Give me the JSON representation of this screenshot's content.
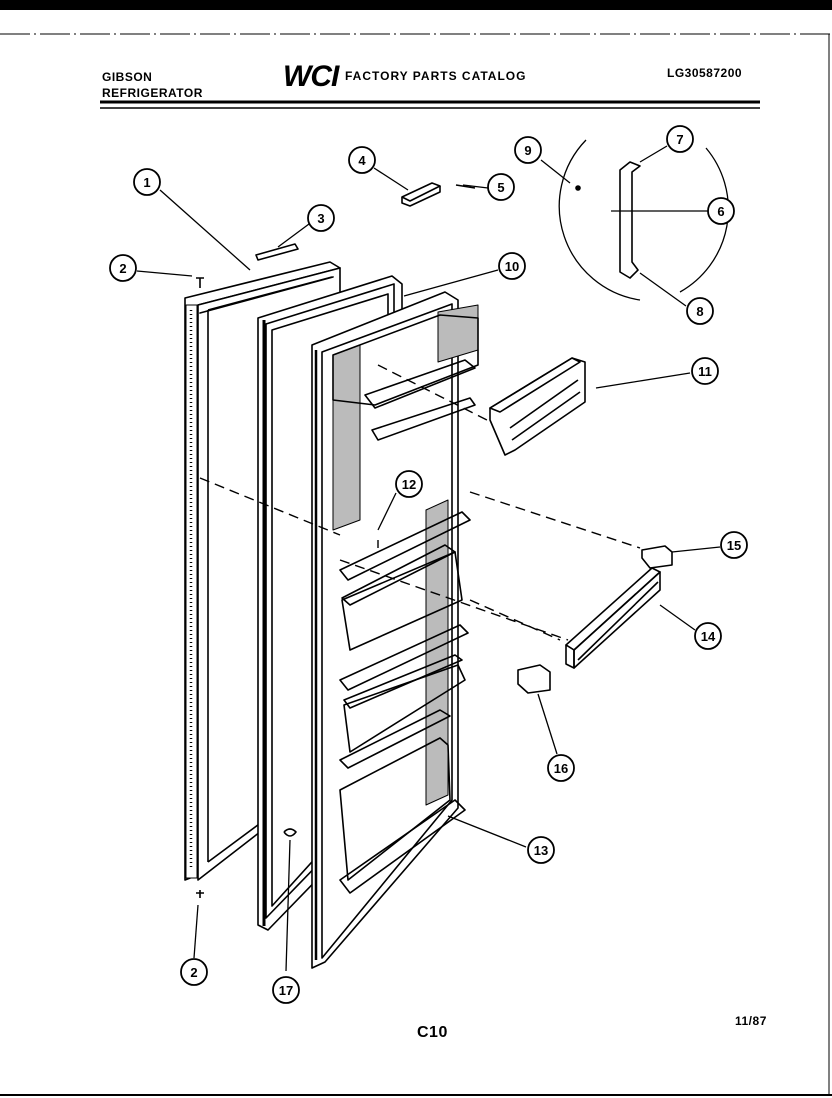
{
  "header": {
    "brand_line1": "GIBSON",
    "brand_line2": "REFRIGERATOR",
    "logo": "WCI",
    "catalog_title": "FACTORY PARTS CATALOG",
    "model_code": "LG30587200"
  },
  "footer": {
    "page_code": "C10",
    "date": "11/87"
  },
  "callouts": [
    "1",
    "2",
    "3",
    "4",
    "5",
    "7",
    "6",
    "8",
    "9",
    "10",
    "11",
    "12",
    "15",
    "14",
    "16",
    "13",
    "2",
    "17"
  ]
}
